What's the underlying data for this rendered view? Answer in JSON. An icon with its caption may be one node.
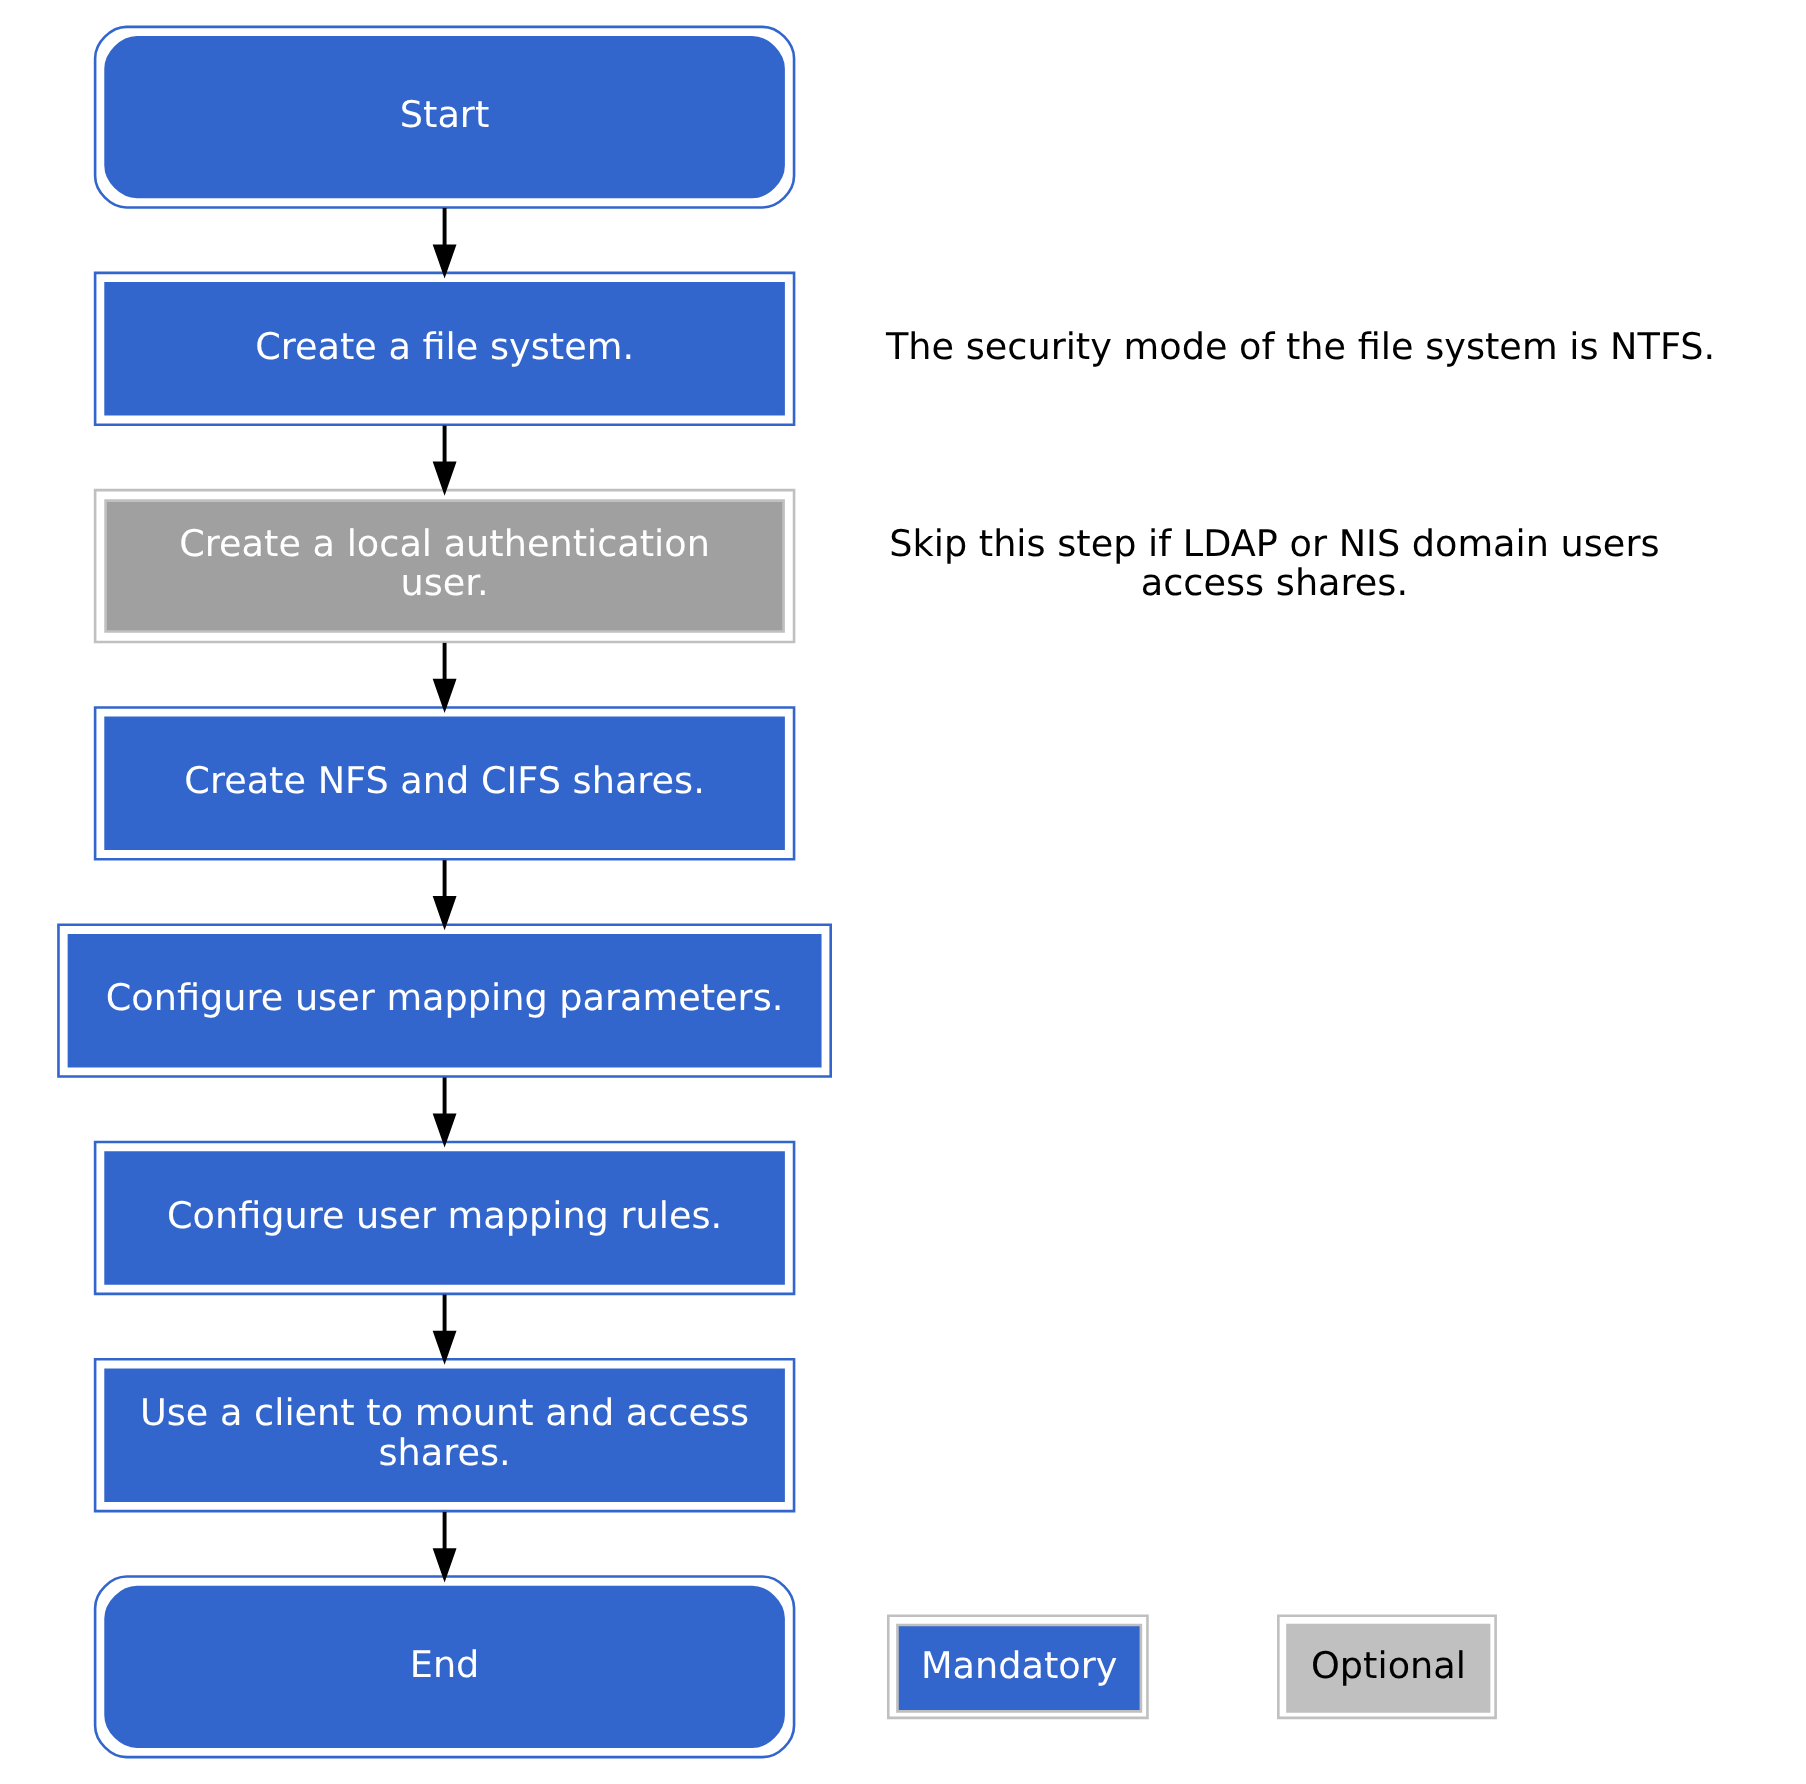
{
  "diagram": {
    "nodes": [
      {
        "text": [
          "Start"
        ]
      },
      {
        "text": [
          "Create a file system."
        ],
        "beside": [
          "The security mode of the file system is NTFS."
        ]
      },
      {
        "text": [
          "Create a local authentication user."
        ],
        "beside": [
          "Skip this step if LDAP or NIS domain users access shares."
        ]
      },
      {
        "text": [
          "Create NFS and CIFS shares."
        ]
      },
      {
        "text": [
          "Configure user mapping parameters."
        ]
      },
      {
        "text": [
          "Configure user mapping rules."
        ]
      },
      {
        "text": [
          "Use a client to mount and access shares."
        ]
      },
      {
        "text": [
          "End"
        ]
      }
    ],
    "edges": [
      {
        "from": 0,
        "to": 1,
        "arrow": "to"
      },
      {
        "from": 1,
        "to": 2,
        "arrow": "to"
      },
      {
        "from": 2,
        "to": 3,
        "arrow": "to"
      },
      {
        "from": 3,
        "to": 4,
        "arrow": "to"
      },
      {
        "from": 4,
        "to": 5,
        "arrow": "to"
      },
      {
        "from": 5,
        "to": 6,
        "arrow": "to"
      },
      {
        "from": 6,
        "to": 7,
        "arrow": "to"
      }
    ],
    "legend": [
      {
        "text": "Mandatory",
        "color": "#3366cc"
      },
      {
        "text": "Optional",
        "color": "#c0c0c0"
      }
    ]
  }
}
